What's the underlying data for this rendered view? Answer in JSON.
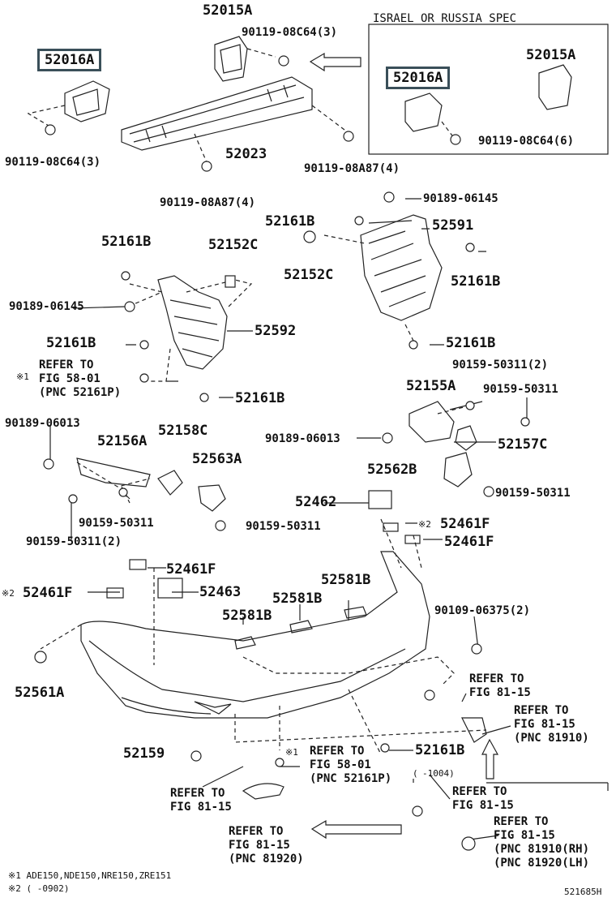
{
  "spec_box": {
    "title": "ISRAEL OR RUSSIA SPEC"
  },
  "parts": {
    "p52015A_top": "52015A",
    "p52016A_left": "52016A",
    "p90119_08C64_3": "90119-08C64(3)",
    "p90119_08C64_3_left": "90119-08C64(3)",
    "p52023": "52023",
    "p90119_08A87_4_right": "90119-08A87(4)",
    "p90119_08A87_4_bottom": "90119-08A87(4)",
    "p52016A_box": "52016A",
    "p52015A_box": "52015A",
    "p90119_08C64_6": "90119-08C64(6)",
    "p90189_06145_right": "90189-06145",
    "p52161B_r1": "52161B",
    "p52591": "52591",
    "p52152C_r": "52152C",
    "p52161B_r2": "52161B",
    "p52161B_l1": "52161B",
    "p52152C_l": "52152C",
    "p90189_06145_left": "90189-06145",
    "p52592": "52592",
    "p52161B_l2": "52161B",
    "p52161B_r3": "52161B",
    "p52161B_l3": "52161B",
    "p90159_50311_2_a": "90159-50311(2)",
    "p52155A": "52155A",
    "p90159_50311_a": "90159-50311",
    "p90189_06013_left": "90189-06013",
    "p52156A": "52156A",
    "p52158C": "52158C",
    "p90189_06013_mid": "90189-06013",
    "p52157C": "52157C",
    "p52563A": "52563A",
    "p52562B": "52562B",
    "p90159_50311_b": "90159-50311",
    "p90159_50311_c": "90159-50311",
    "p90159_50311_2_b": "90159-50311(2)",
    "p90159_50311_d": "90159-50311",
    "p52462": "52462",
    "p52461F_a": "52461F",
    "p52461F_b": "52461F",
    "p52461F_c": "52461F",
    "p52461F_d": "52461F",
    "p52463": "52463",
    "p52581B_a": "52581B",
    "p52581B_b": "52581B",
    "p52581B_c": "52581B",
    "p90109_06375_2": "90109-06375(2)",
    "p52561A": "52561A",
    "p52159": "52159",
    "p52161B_bottom": "52161B"
  },
  "marks": {
    "m1_a": "※1",
    "m1_b": "※1",
    "m2_a": "※2",
    "m2_b": "※2"
  },
  "notes": {
    "refer_5801_a": "REFER TO\nFIG 58-01\n(PNC 52161P)",
    "refer_5801_b": "REFER TO\nFIG 58-01\n(PNC 52161P)",
    "refer_8115_a": "REFER TO\nFIG 81-15",
    "refer_8115_b": "REFER TO\nFIG 81-15\n(PNC 81910)",
    "refer_8115_c": "REFER TO\nFIG 81-15",
    "refer_8115_d": "REFER TO\nFIG 81-15\n(PNC 81920)",
    "refer_8115_e": "REFER TO\nFIG 81-15",
    "refer_8115_f": "REFER TO\nFIG 81-15\n(PNC 81910(RH)\n(PNC 81920(LH)"
  },
  "date_note": "-1004)",
  "date_open": "(",
  "footnotes": {
    "f1": "※1 ADE150,NDE150,NRE150,ZRE151",
    "f2": "※2 (    -0902)"
  },
  "figure_id": "521685H"
}
